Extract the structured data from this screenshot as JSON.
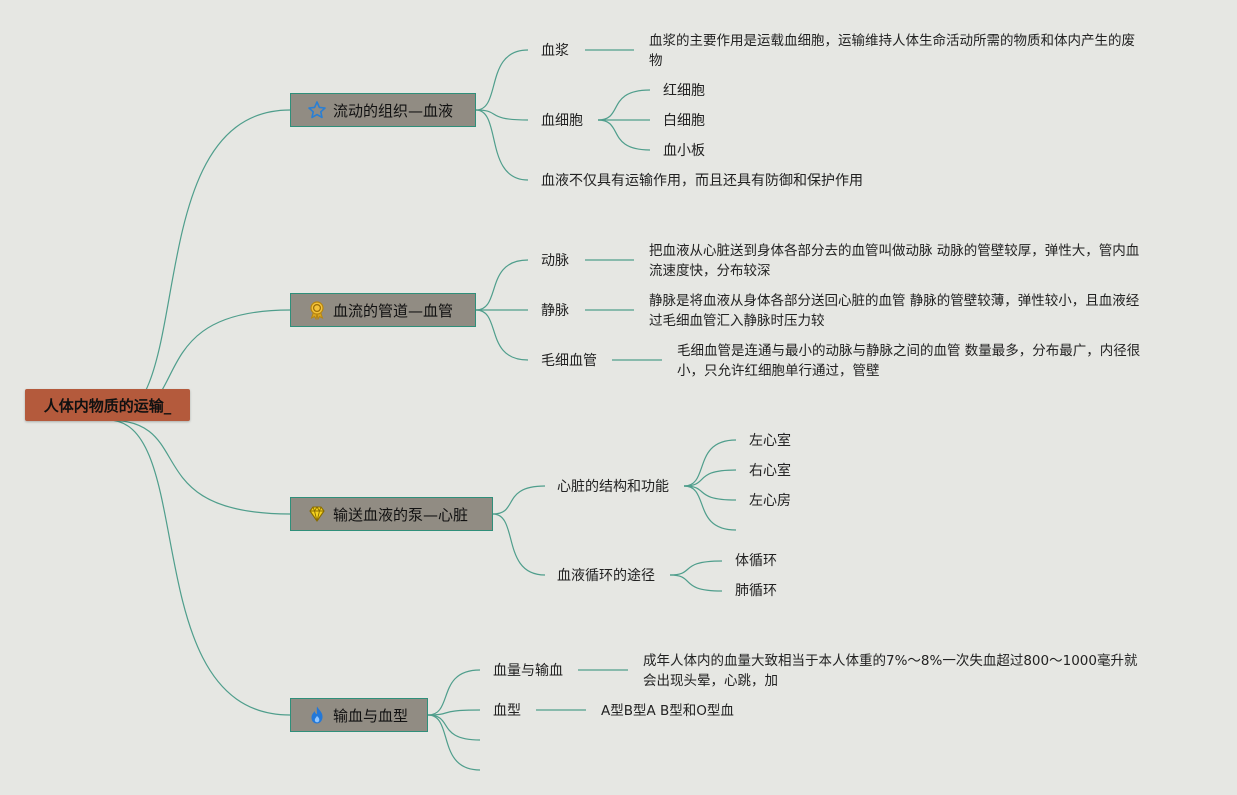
{
  "root": {
    "label": "人体内物质的运输_"
  },
  "colors": {
    "line": "#4f9e8c",
    "root_fill": "#b45a3c",
    "topic_fill": "#918c83",
    "topic_border": "#2f8f7a"
  },
  "branches": [
    {
      "label": "流动的组织—血液",
      "icon": "star-icon",
      "children": [
        {
          "label": "血浆",
          "desc": "血浆的主要作用是运载血细胞，运输维持人体生命活动所需的物质和体内产生的废物"
        },
        {
          "label": "血细胞",
          "children": [
            "红细胞",
            "白细胞",
            "血小板"
          ]
        },
        {
          "label": "血液不仅具有运输作用，而且还具有防御和保护作用"
        }
      ]
    },
    {
      "label": "血流的管道—血管",
      "icon": "medal-icon",
      "children": [
        {
          "label": "动脉",
          "desc": "把血液从心脏送到身体各部分去的血管叫做动脉 动脉的管壁较厚，弹性大，管内血流速度快，分布较深"
        },
        {
          "label": "静脉",
          "desc": "静脉是将血液从身体各部分送回心脏的血管 静脉的管壁较薄，弹性较小，且血液经过毛细血管汇入静脉时压力较"
        },
        {
          "label": "毛细血管",
          "desc": "毛细血管是连通与最小的动脉与静脉之间的血管 数量最多，分布最广，内径很小，只允许红细胞单行通过，管壁"
        }
      ]
    },
    {
      "label": "输送血液的泵—心脏",
      "icon": "diamond-icon",
      "children": [
        {
          "label": "心脏的结构和功能",
          "children": [
            "左心室",
            "右心室",
            "左心房",
            ""
          ]
        },
        {
          "label": "血液循环的途径",
          "children": [
            "体循环",
            "肺循环"
          ]
        }
      ]
    },
    {
      "label": "输血与血型",
      "icon": "flame-icon",
      "children": [
        {
          "label": "血量与输血",
          "desc": "成年人体内的血量大致相当于本人体重的7%～8%一次失血超过800～1000毫升就会出现头晕，心跳，加"
        },
        {
          "label": "血型",
          "desc": "A型B型A B型和O型血"
        },
        {
          "label": ""
        },
        {
          "label": ""
        }
      ]
    }
  ]
}
